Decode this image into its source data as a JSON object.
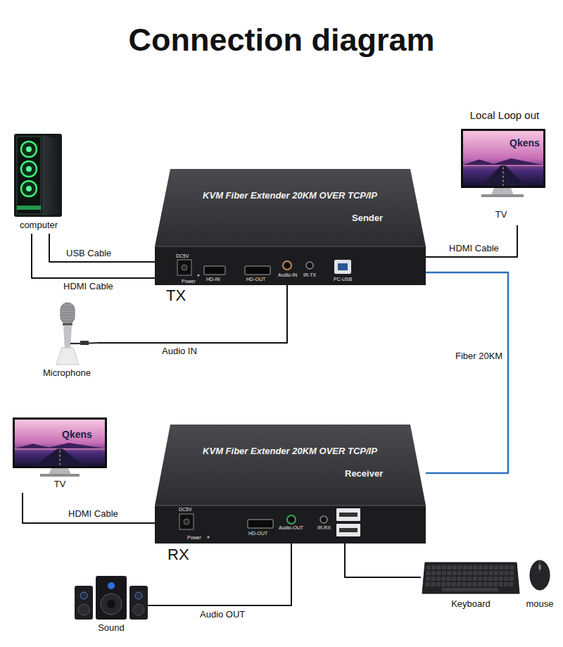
{
  "diagram": {
    "title": "Connection diagram",
    "nodes": [
      {
        "text": [
          "computer"
        ]
      },
      {
        "text": [
          "KVM Fiber Extender 20KM OVER TCP/IP",
          "Sender"
        ]
      },
      {
        "text": [
          "Local Loop out",
          "TV"
        ]
      },
      {
        "text": [
          "Microphone"
        ]
      },
      {
        "text": [
          "TV"
        ]
      },
      {
        "text": [
          "KVM Fiber Extender 20KM OVER TCP/IP",
          "Receiver"
        ]
      },
      {
        "text": [
          "Sound"
        ]
      },
      {
        "text": [
          "Keyboard"
        ]
      },
      {
        "text": [
          "mouse"
        ]
      }
    ],
    "edges": [
      {
        "from": 0,
        "to": 1,
        "label": "USB Cable",
        "arrow": "none"
      },
      {
        "from": 0,
        "to": 1,
        "label": "HDMI Cable",
        "arrow": "none"
      },
      {
        "from": 1,
        "to": 2,
        "label": "HDMI Cable",
        "arrow": "none"
      },
      {
        "from": 3,
        "to": 1,
        "label": "Audio IN",
        "arrow": "none"
      },
      {
        "from": 1,
        "to": 5,
        "label": "Fiber 20KM",
        "arrow": "none"
      },
      {
        "from": 5,
        "to": 4,
        "label": "HDMI Cable",
        "arrow": "none"
      },
      {
        "from": 5,
        "to": 6,
        "label": "Audio OUT",
        "arrow": "none"
      },
      {
        "from": 7,
        "to": 5,
        "arrow": "none"
      }
    ],
    "labels": [
      "DC5V",
      "Power",
      "HD-IN",
      "HD-OUT",
      "Audio-IN",
      "IR-TX",
      "PC-USB",
      "TX",
      "Qkens",
      "DC5V",
      "Power",
      "HD-OUT",
      "Audio-OUT",
      "IR-RX",
      "RX",
      "Qkens"
    ]
  }
}
